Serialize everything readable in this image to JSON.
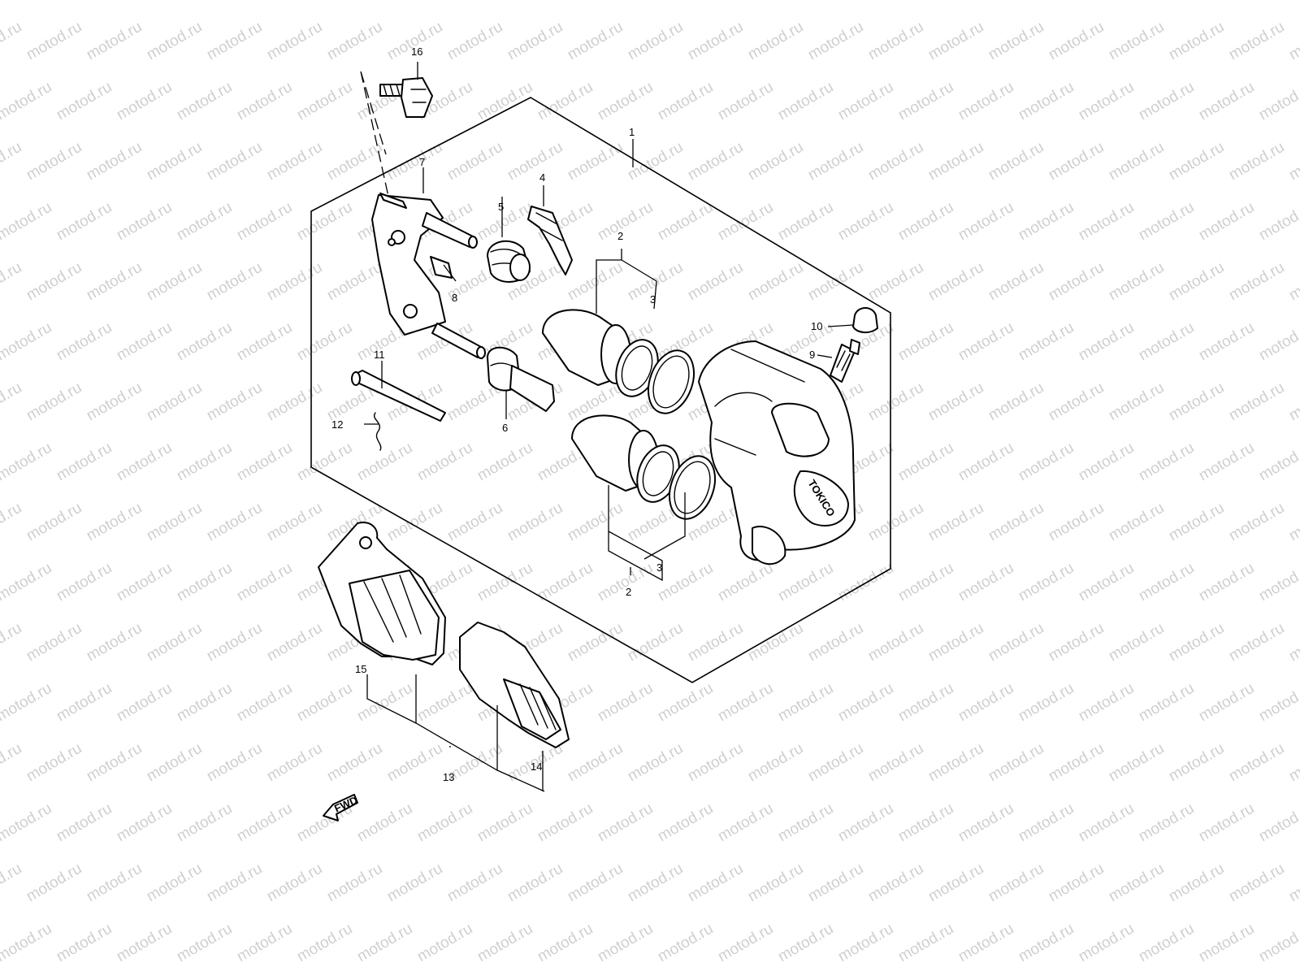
{
  "watermark": "motod.ru",
  "brand_mark": "TOKICO",
  "direction_mark": "FWD",
  "colors": {
    "line": "#000000",
    "background": "#ffffff",
    "watermark": "#cfcfcf"
  },
  "callouts": {
    "c1": "1",
    "c2a": "2",
    "c2b": "2",
    "c3a": "3",
    "c3b": "3",
    "c4": "4",
    "c5": "5",
    "c6": "6",
    "c7": "7",
    "c8": "8",
    "c9": "9",
    "c10": "10",
    "c11": "11",
    "c12": "12",
    "c13": "13",
    "c14": "14",
    "c15": "15",
    "c16": "16"
  }
}
